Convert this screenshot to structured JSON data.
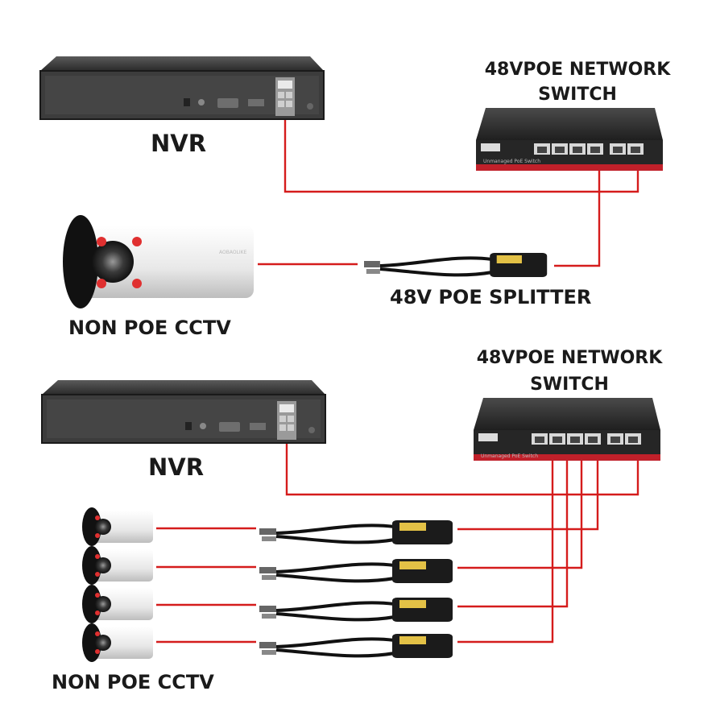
{
  "top": {
    "nvr_label": "NVR",
    "switch_label_line1": "48VPOE NETWORK",
    "switch_label_line2": "SWITCH",
    "splitter_label": "48V POE SPLITTER",
    "camera_label": "NON POE CCTV"
  },
  "bottom": {
    "nvr_label": "NVR",
    "switch_label_line1": "48VPOE NETWORK",
    "switch_label_line2": "SWITCH",
    "camera_label": "NON POE CCTV"
  },
  "device_text": {
    "switch_subtitle": "Unmanaged PoE Switch",
    "camera_brand": "AOBAOLIKE"
  },
  "colors": {
    "wire": "#d51c1c",
    "device_dark": "#2b2b2b",
    "nvr_face": "#3a3a3a",
    "switch_stripe": "#c0202a",
    "camera_led": "#e03030"
  }
}
